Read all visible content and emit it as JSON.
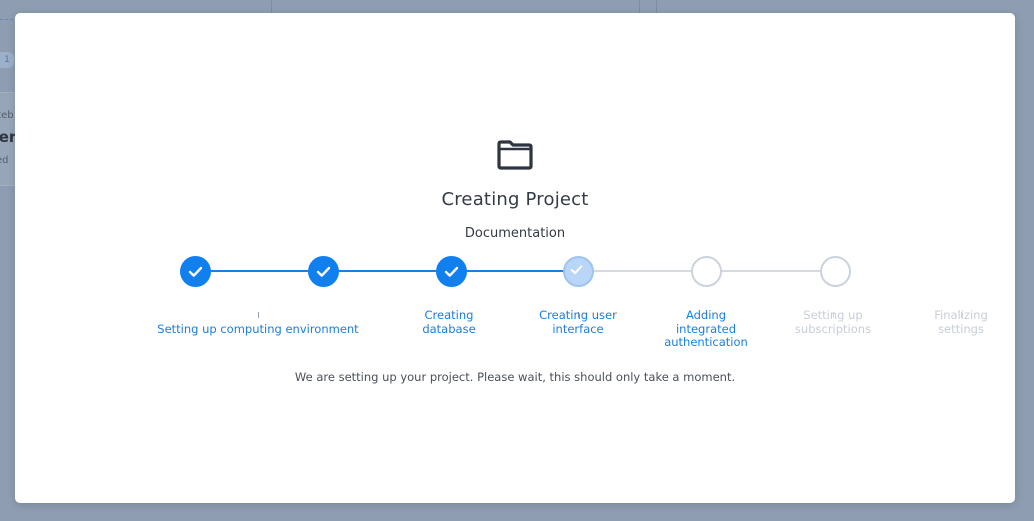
{
  "background": {
    "chip_text": "1",
    "card_line1": "steb",
    "card_line2": "per",
    "card_line3": "ed"
  },
  "modal": {
    "icon": "folder-icon",
    "title": "Creating Project",
    "subtitle": "Documentation",
    "message": "We are setting up your project. Please wait, this should only take a moment."
  },
  "steps": [
    {
      "label": "Setting up computing environment",
      "status": "done"
    },
    {
      "label": "Creating database",
      "status": "done"
    },
    {
      "label": "Creating user interface",
      "status": "done"
    },
    {
      "label": "Adding integrated authentication",
      "status": "in-progress"
    },
    {
      "label": "Setting up subscriptions",
      "status": "pending"
    },
    {
      "label": "Finalizing settings",
      "status": "pending"
    }
  ],
  "colors": {
    "accent": "#1080ef",
    "active": "#b9d6f8",
    "pending": "#ccd3dd",
    "text": "#343a46"
  }
}
